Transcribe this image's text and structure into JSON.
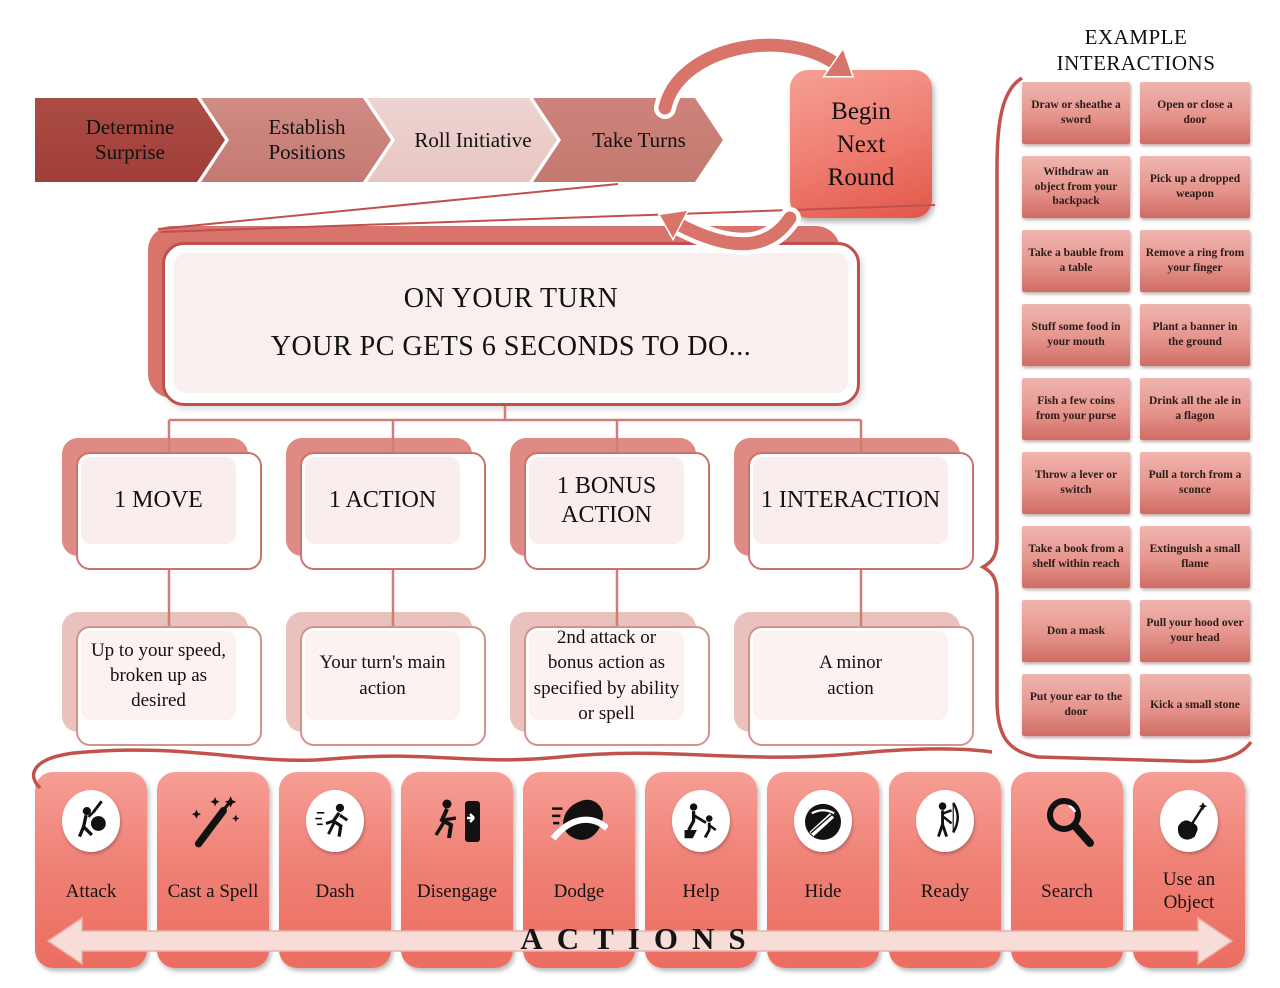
{
  "flow": {
    "steps": [
      "Determine Surprise",
      "Establish Positions",
      "Roll Initiative",
      "Take Turns"
    ],
    "next_round": "Begin Next Round"
  },
  "turn": {
    "line1": "ON YOUR TURN",
    "line2": "YOUR PC GETS 6 SECONDS TO DO..."
  },
  "branches": [
    {
      "label": "1 MOVE",
      "note": "Up to your speed, broken up as desired"
    },
    {
      "label": "1 ACTION",
      "note": "Your turn's main action"
    },
    {
      "label": "1 BONUS ACTION",
      "note": "2nd attack or bonus action as specified by ability or spell"
    },
    {
      "label": "1 INTERACTION",
      "note": "A minor action"
    }
  ],
  "actions": {
    "title": "ACTIONS",
    "items": [
      {
        "label": "Attack",
        "icon": "attack-icon"
      },
      {
        "label": "Cast a Spell",
        "icon": "wand-icon"
      },
      {
        "label": "Dash",
        "icon": "runner-icon"
      },
      {
        "label": "Disengage",
        "icon": "exit-door-icon"
      },
      {
        "label": "Dodge",
        "icon": "dodge-swoosh-icon"
      },
      {
        "label": "Help",
        "icon": "helping-hand-icon"
      },
      {
        "label": "Hide",
        "icon": "hidden-figure-icon"
      },
      {
        "label": "Ready",
        "icon": "archer-icon"
      },
      {
        "label": "Search",
        "icon": "magnifier-icon"
      },
      {
        "label": "Use an Object",
        "icon": "hand-wand-icon"
      }
    ]
  },
  "interactions": {
    "title": "EXAMPLE INTERACTIONS",
    "items": [
      "Draw or sheathe a sword",
      "Open or close a door",
      "Withdraw an object from your backpack",
      "Pick up a dropped weapon",
      "Take a bauble from a table",
      "Remove a ring from your finger",
      "Stuff some food in your mouth",
      "Plant a banner in the ground",
      "Fish a few coins from your purse",
      "Drink all the ale in a flagon",
      "Throw a lever or switch",
      "Pull a torch from a sconce",
      "Take a book from a shelf within reach",
      "Extinguish a small flame",
      "Don a mask",
      "Pull your hood over your head",
      "Put your ear to the door",
      "Kick a small stone"
    ]
  },
  "colors": {
    "accent_border": "#c0504d",
    "chevrons": [
      "#a8453e",
      "#ca8079",
      "#ead0cd",
      "#c87d75"
    ],
    "begin_gradient_top": "#f6a094",
    "begin_gradient_bottom": "#e25748",
    "branch_shadow": "#dd8b84",
    "desc_shadow": "#e9c2bd",
    "pale_fill": "#f9efee",
    "card_gradient_top": "#f69e95",
    "card_gradient_bottom": "#ec6d61",
    "cell_gradient_top": "#f0b5af",
    "cell_gradient_bottom": "#d06c64",
    "connector_line": "#cf7d77",
    "brace_line": "#c2524c",
    "actions_arrow_fill": "#f8dcd8"
  }
}
